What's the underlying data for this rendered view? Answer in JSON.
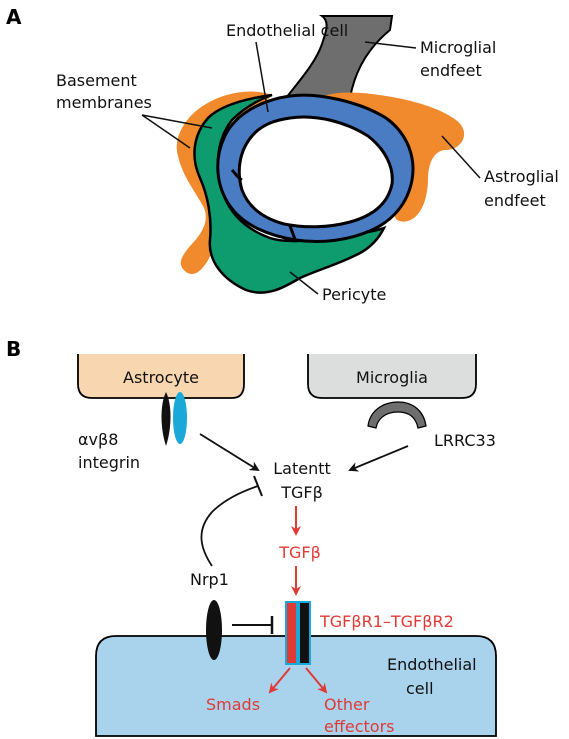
{
  "colors": {
    "astroglia": "#f08a2c",
    "pericyte": "#0e9b6e",
    "endothelial": "#4a7cc4",
    "microglia": "#6e6e6e",
    "astrocyte_box": "#f8d7b0",
    "microglia_box": "#dcdddd",
    "endothelial_box": "#a9d3ec",
    "integrin_alt": "#1aa8d8",
    "tgf_red": "#e03a36"
  },
  "panel_a": {
    "panel_label": "A",
    "endothelial_cell": "Endothelial cell",
    "microglial_endfeet_1": "Microglial",
    "microglial_endfeet_2": "endfeet",
    "basement_1": "Basement",
    "basement_2": "membranes",
    "astroglial_1": "Astroglial",
    "astroglial_2": "endfeet",
    "pericyte": "Pericyte"
  },
  "panel_b": {
    "panel_label": "B",
    "astrocyte": "Astrocyte",
    "microglia": "Microglia",
    "integrin_1": "αvβ8",
    "integrin_2": "integrin",
    "lrrc33": "LRRC33",
    "latent_1": "Latentt",
    "latent_2": "TGFβ",
    "tgfb": "TGFβ",
    "nrp1": "Nrp1",
    "receptor": "TGFβR1–TGFβR2",
    "endo_1": "Endothelial",
    "endo_2": "cell",
    "smads": "Smads",
    "other_1": "Other",
    "other_2": "effectors"
  }
}
